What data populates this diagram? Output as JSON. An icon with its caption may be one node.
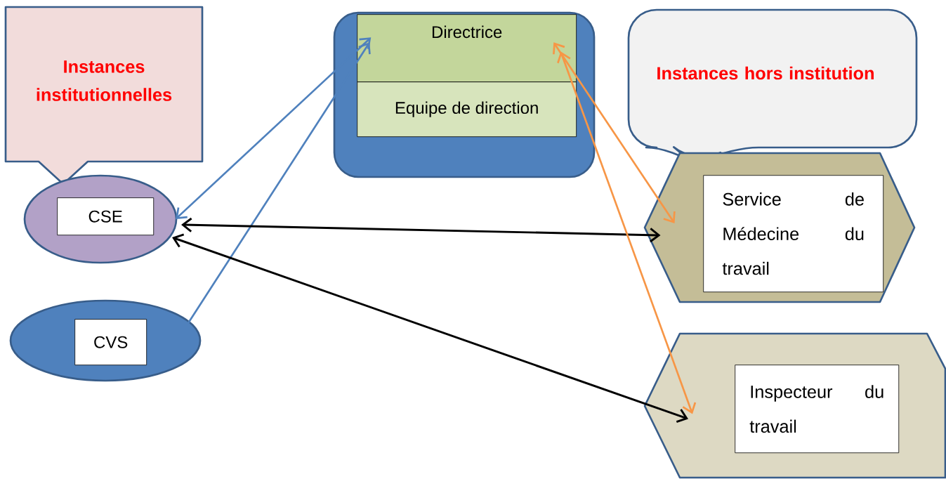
{
  "diagram": {
    "nodes": [
      {
        "text": [
          "Instances institutionnelles"
        ]
      },
      {
        "text": [],
        "shape": "box"
      },
      {
        "text": [
          "Directrice"
        ],
        "in": 1
      },
      {
        "text": [
          "Equipe de direction"
        ],
        "in": 1
      },
      {
        "text": [
          "Instances hors institution"
        ]
      },
      {
        "text": [],
        "shape": "ellipse"
      },
      {
        "text": [
          "CSE"
        ],
        "in": 5
      },
      {
        "text": [],
        "shape": "hexagon"
      },
      {
        "text": [
          "Service de Médecine du travail"
        ],
        "in": 7
      },
      {
        "text": [],
        "shape": "ellipse"
      },
      {
        "text": [
          "CVS"
        ],
        "in": 9
      },
      {
        "text": [],
        "shape": "hexagon"
      },
      {
        "text": [
          "Inspecteur du travail"
        ],
        "in": 11
      }
    ],
    "edges": [
      {
        "from": 5,
        "to": 2,
        "arrow": "both",
        "color": "#4f81bd"
      },
      {
        "from": 9,
        "to": 2,
        "arrow": "to",
        "color": "#4f81bd"
      },
      {
        "from": 5,
        "to": 7,
        "arrow": "both",
        "color": "#000000"
      },
      {
        "from": 5,
        "to": 11,
        "arrow": "both",
        "color": "#000000"
      },
      {
        "from": 2,
        "to": 7,
        "arrow": "both",
        "color": "#f79646"
      },
      {
        "from": 2,
        "to": 11,
        "arrow": "both",
        "color": "#f79646"
      }
    ]
  }
}
